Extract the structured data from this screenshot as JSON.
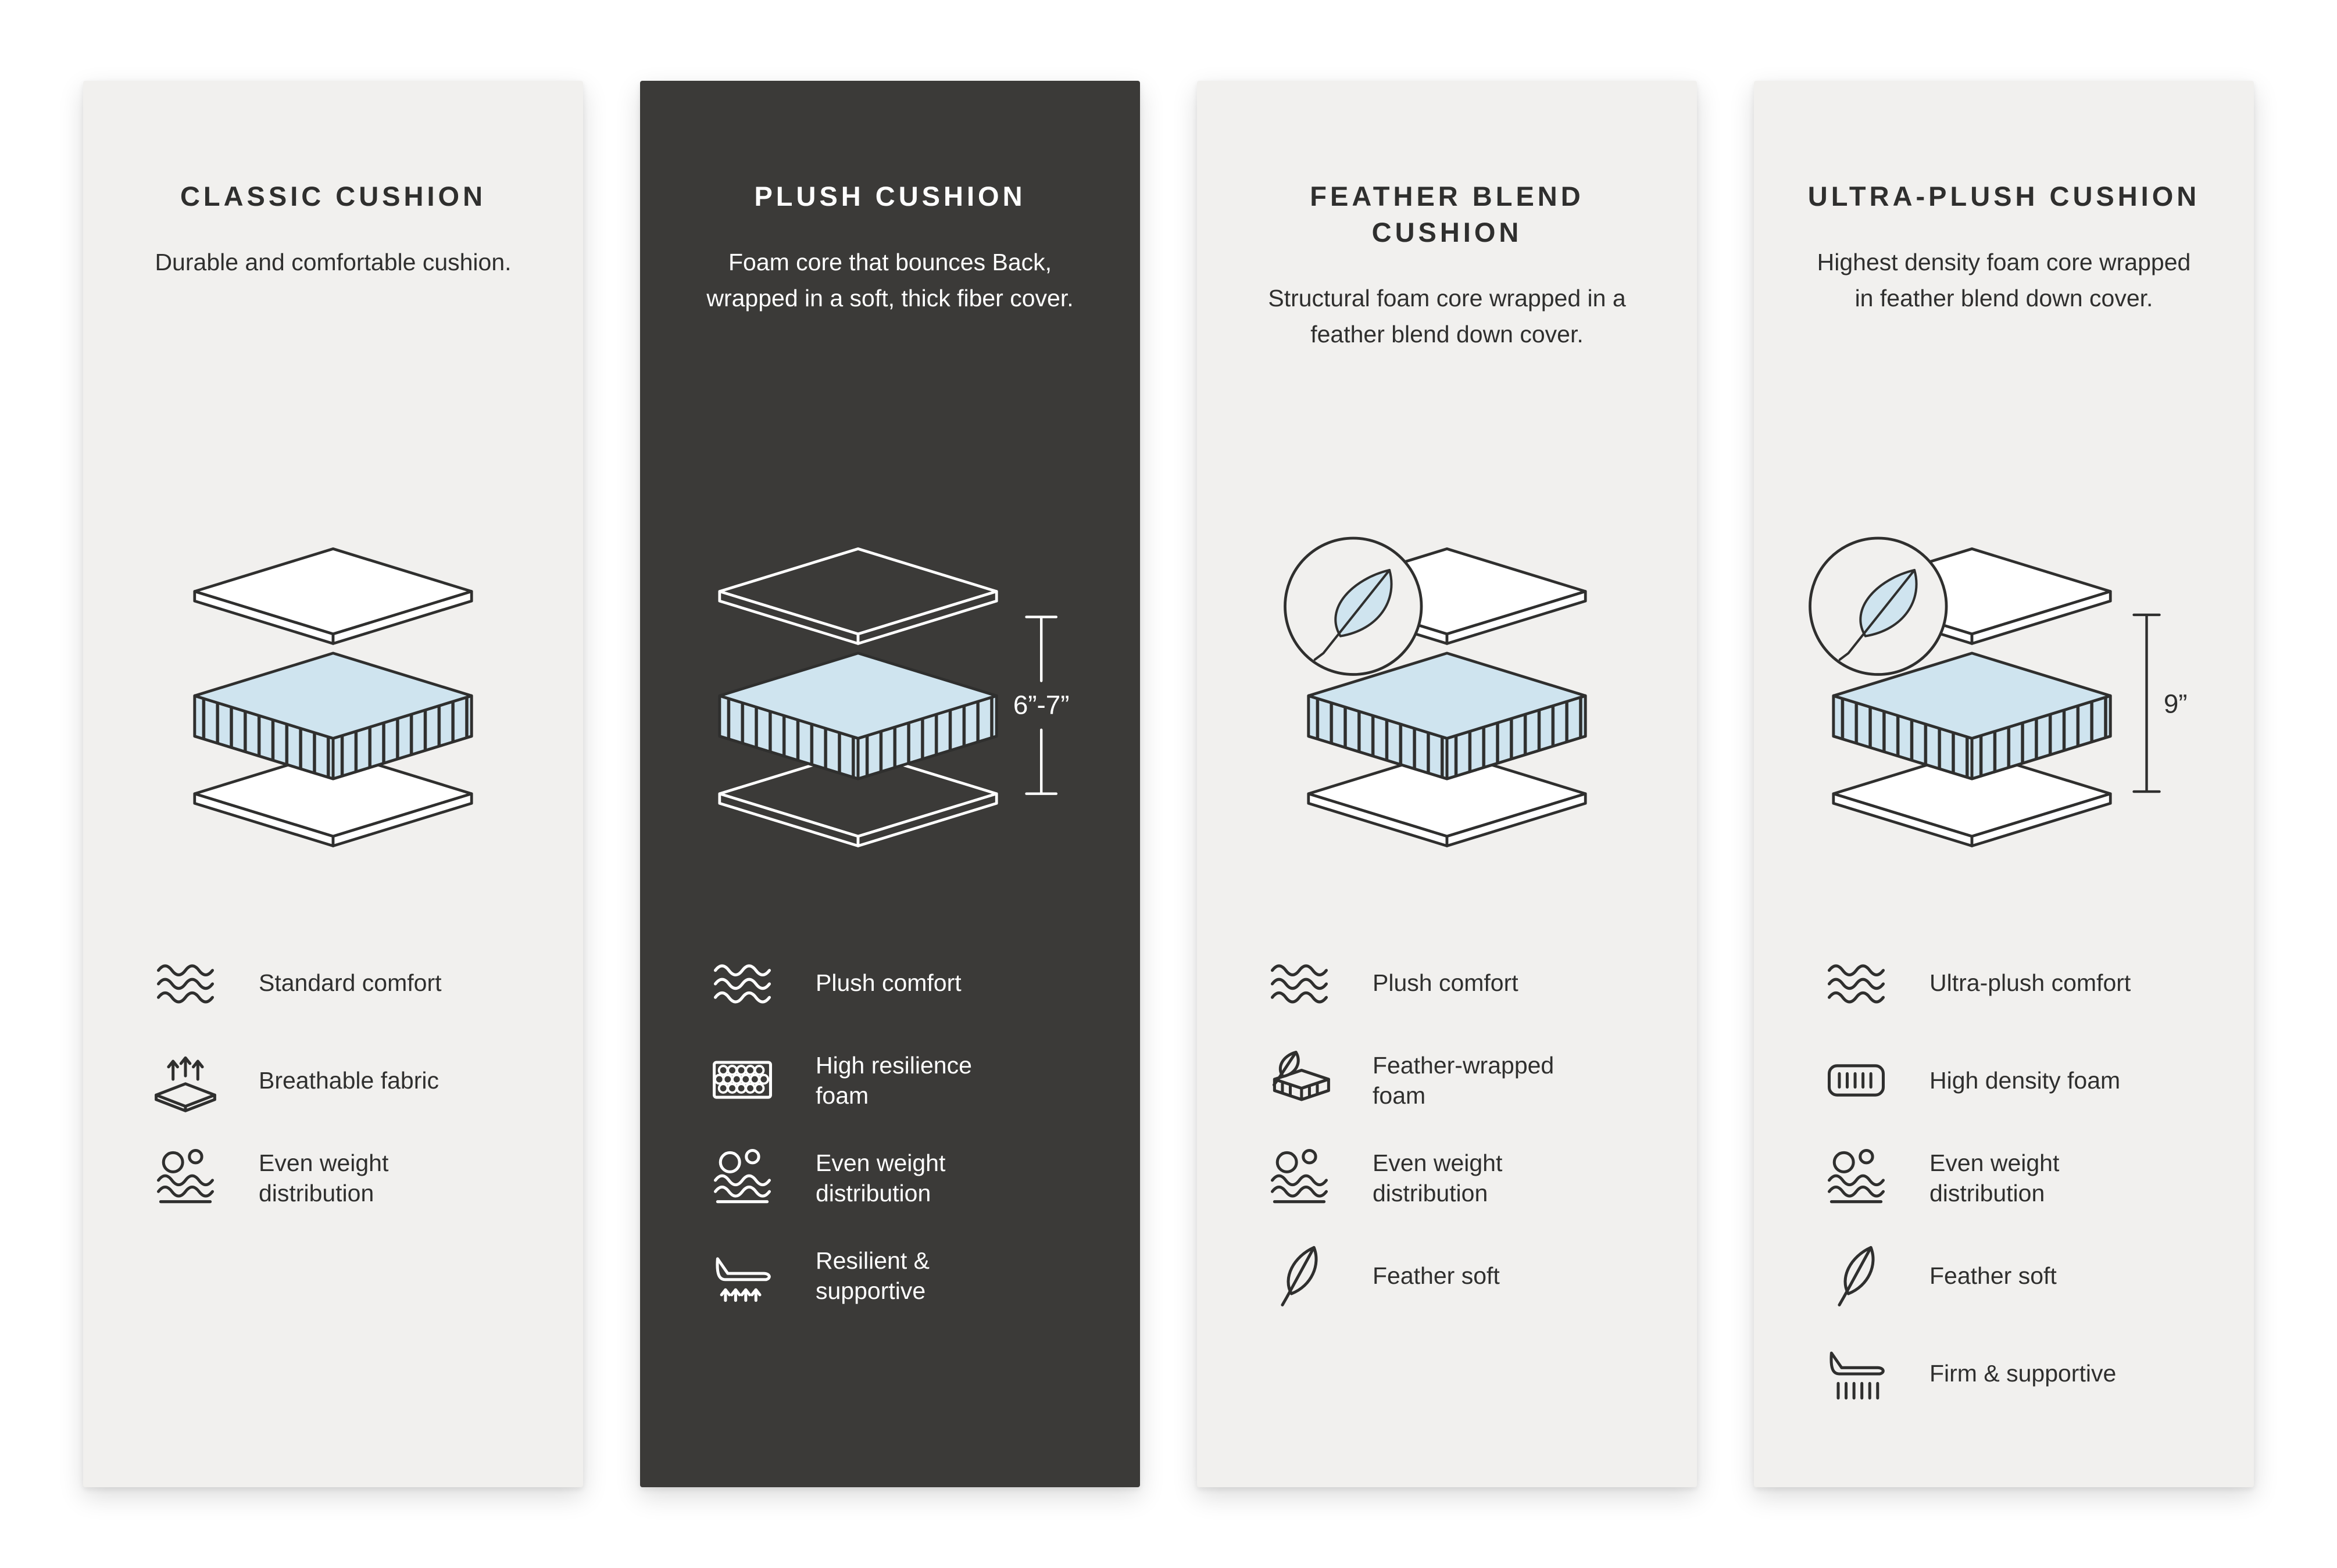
{
  "palette": {
    "page_bg": "#ffffff",
    "card_light": "#f1f0ee",
    "card_dark": "#3b3a38",
    "ink_dark": "#2f2f2e",
    "ink_light": "#ffffff",
    "foam_blue": "#cfe4ef",
    "panel_white": "#ffffff"
  },
  "cards": [
    {
      "id": "classic-cushion",
      "theme": "light",
      "title": "CLASSIC CUSHION",
      "description": "Durable and comfortable cushion.",
      "measurement": "",
      "feather_badge": false,
      "features": [
        {
          "icon": "waves-icon",
          "label": "Standard comfort"
        },
        {
          "icon": "breathable-fabric-icon",
          "label": "Breathable fabric"
        },
        {
          "icon": "even-weight-icon",
          "label": "Even weight distribution"
        }
      ]
    },
    {
      "id": "plush-cushion",
      "theme": "dark",
      "title": "PLUSH CUSHION",
      "description": "Foam core that bounces Back, wrapped in a soft, thick fiber cover.",
      "measurement": "6”-7”",
      "feather_badge": false,
      "features": [
        {
          "icon": "waves-icon",
          "label": "Plush comfort"
        },
        {
          "icon": "honeycomb-foam-icon",
          "label": "High resilience foam"
        },
        {
          "icon": "even-weight-icon",
          "label": "Even weight distribution"
        },
        {
          "icon": "resilient-supportive-icon",
          "label": "Resilient & supportive"
        }
      ]
    },
    {
      "id": "feather-blend-cushion",
      "theme": "light",
      "title": "FEATHER BLEND CUSHION",
      "description": "Structural foam core wrapped in a feather blend down cover.",
      "measurement": "",
      "feather_badge": true,
      "features": [
        {
          "icon": "waves-icon",
          "label": "Plush comfort"
        },
        {
          "icon": "feather-wrapped-foam-icon",
          "label": "Feather-wrapped foam"
        },
        {
          "icon": "even-weight-icon",
          "label": "Even weight distribution"
        },
        {
          "icon": "feather-icon",
          "label": "Feather soft"
        }
      ]
    },
    {
      "id": "ultra-plush-cushion",
      "theme": "light",
      "title": "ULTRA-PLUSH CUSHION",
      "description": "Highest density foam core wrapped in feather blend down cover.",
      "measurement": "9”",
      "feather_badge": true,
      "features": [
        {
          "icon": "waves-icon",
          "label": "Ultra-plush comfort"
        },
        {
          "icon": "high-density-foam-icon",
          "label": "High density foam"
        },
        {
          "icon": "even-weight-icon",
          "label": "Even weight distribution"
        },
        {
          "icon": "feather-icon",
          "label": "Feather soft"
        },
        {
          "icon": "firm-supportive-icon",
          "label": "Firm & supportive"
        }
      ]
    }
  ]
}
